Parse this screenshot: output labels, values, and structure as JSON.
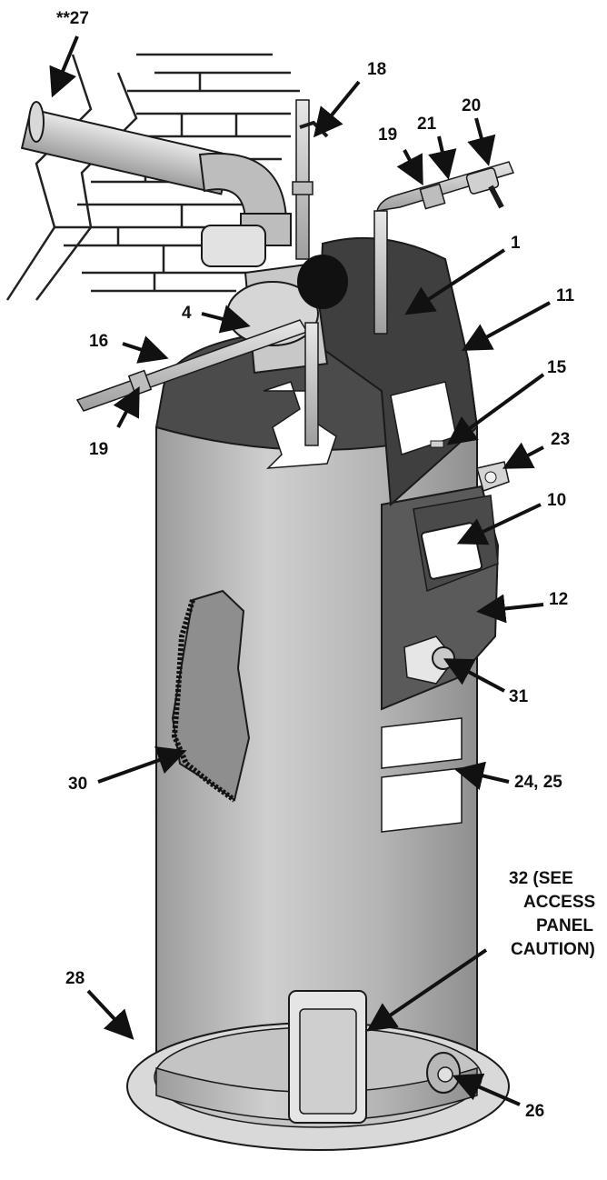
{
  "colors": {
    "tank_body": "#a9a9a9",
    "tank_highlight": "#cfcfcf",
    "jacket_top": "#4b4b4b",
    "control_housing": "#5a5a5a",
    "pipe": "#c8c8c8",
    "pan": "#d9d9d9",
    "brick_line": "#222222",
    "label_white": "#ffffff"
  },
  "callouts": {
    "c27": "**27",
    "c18": "18",
    "c20": "20",
    "c19a": "19",
    "c21": "21",
    "c1": "1",
    "c11": "11",
    "c4": "4",
    "c16": "16",
    "c15": "15",
    "c19b": "19",
    "c23": "23",
    "c10": "10",
    "c12": "12",
    "c31": "31",
    "c30": "30",
    "c24_25": "24, 25",
    "c32_line1": "32 (SEE",
    "c32_line2": "ACCESS",
    "c32_line3": "PANEL",
    "c32_line4": "CAUTION)",
    "c28": "28",
    "c26": "26"
  },
  "icons": {
    "vent": "vent-elbow-icon",
    "gas_valve": "gas-shutoff-valve-icon",
    "control": "control-display-icon"
  }
}
